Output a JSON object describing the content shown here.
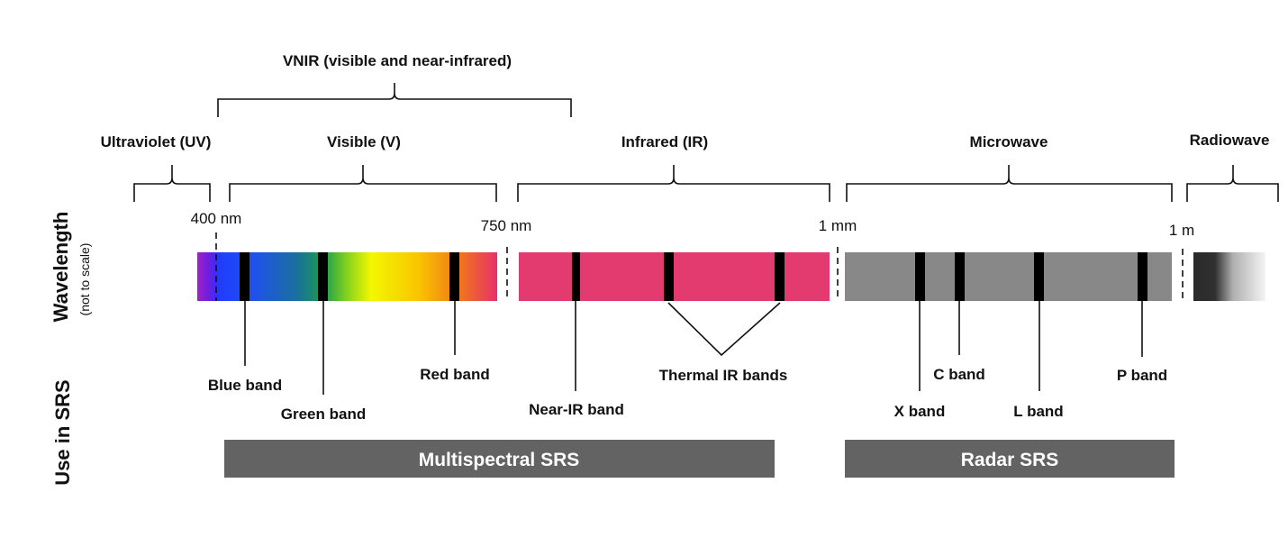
{
  "regions": {
    "vnir": "VNIR (visible and near-infrared)",
    "ultraviolet": "Ultraviolet (UV)",
    "visible": "Visible (V)",
    "infrared": "Infrared (IR)",
    "microwave": "Microwave",
    "radiowave": "Radiowave"
  },
  "wavelengths": {
    "nm400": "400 nm",
    "nm750": "750 nm",
    "mm1": "1 mm",
    "m1": "1 m"
  },
  "axis_labels": {
    "wavelength": "Wavelength",
    "not_to_scale": "(not to scale)",
    "use_in_srs": "Use in SRS"
  },
  "bands": {
    "blue": "Blue band",
    "green": "Green band",
    "red": "Red band",
    "near_ir": "Near-IR band",
    "thermal_ir": "Thermal IR bands",
    "x": "X band",
    "c": "C band",
    "l": "L band",
    "p": "P band"
  },
  "srs": {
    "multispectral": "Multispectral SRS",
    "radar": "Radar SRS"
  },
  "colors": {
    "infrared_bar": "#e33a6f",
    "microwave_bar": "#888888",
    "srs_box": "#636363",
    "band_marker": "#000000"
  }
}
